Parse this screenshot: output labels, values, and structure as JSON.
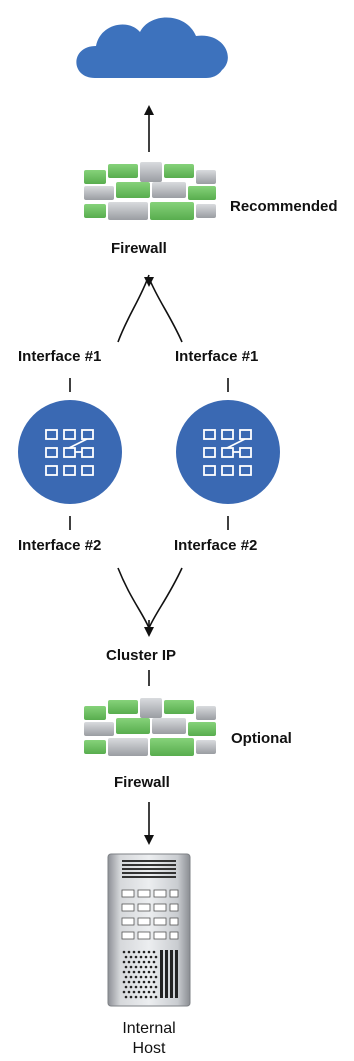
{
  "firewall_top": {
    "name": "Firewall",
    "tag": "Recommended"
  },
  "interfaces_top": [
    "Interface #1",
    "Interface #1"
  ],
  "interfaces_bottom": [
    "Interface #2",
    "Interface #2"
  ],
  "cluster_ip": "Cluster IP",
  "firewall_bottom": {
    "name": "Firewall",
    "tag": "Optional"
  },
  "host": {
    "line1": "Internal",
    "line2": "Host"
  },
  "colors": {
    "cloud": "#3d72bd",
    "node": "#3a69b3",
    "brick_green": "#6cbf61",
    "brick_gray": "#b6b9bd",
    "line": "#111111"
  },
  "icons": {
    "cloud": "cloud-icon",
    "firewall": "brick-wall-icon",
    "node": "grid-network-icon",
    "server": "server-tower-icon"
  }
}
